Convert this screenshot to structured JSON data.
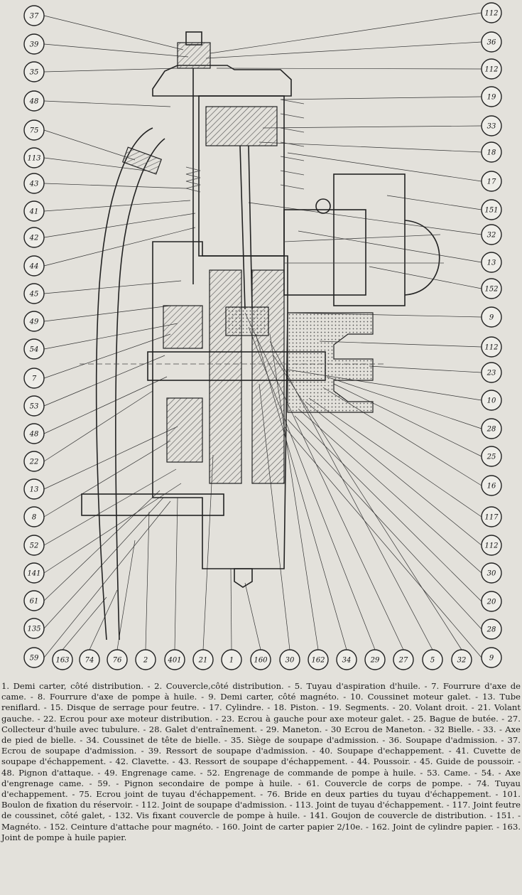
{
  "callouts_left": [
    "37",
    "39",
    "35",
    "48",
    "75",
    "113",
    "43",
    "41",
    "42",
    "44",
    "45",
    "49",
    "54",
    "7",
    "53",
    "48",
    "22",
    "13",
    "8",
    "52",
    "141",
    "61",
    "135",
    "59"
  ],
  "callouts_right": [
    "112",
    "36",
    "112",
    "19",
    "33",
    "18",
    "17",
    "151",
    "32",
    "13",
    "152",
    "9",
    "112",
    "23",
    "10",
    "28",
    "25",
    "16",
    "117",
    "112",
    "30",
    "20",
    "28",
    "9"
  ],
  "callouts_bottom": [
    "163",
    "74",
    "76",
    "2",
    "401",
    "21",
    "1",
    "160",
    "30",
    "162",
    "34",
    "29",
    "27",
    "5",
    "32"
  ],
  "legend_text": "1. Demi carter, côté distribution. - 2. Couvercle,côté distribution. - 5. Tuyau d'aspiration d'huile. - 7. Fourrure d'axe de came. - 8. Fourrure d'axe de pompe à huile. - 9. Demi carter, côté magnéto. - 10. Coussinet moteur galet. - 13. Tube reniflard. - 15. Disque de serrage pour feutre. - 17. Cylindre. - 18. Piston. - 19. Segments. - 20. Volant droit. - 21. Volant gauche. - 22. Ecrou pour axe moteur distribution. - 23. Ecrou à gauche pour axe moteur galet. - 25. Bague de butée. - 27. Collecteur d'huile avec tubulure. - 28. Galet d'entraînement. - 29. Maneton. - 30 Ecrou de Maneton. - 32 Bielle. - 33. - Axe de pied de bielle. - 34. Coussinet de tête de bielle. - 35. Siège de soupape d'admission. - 36. Soupape d'admission. - 37. Ecrou de soupape d'admission. - 39. Ressort de soupape d'admission. - 40. Soupape d'echappement. - 41. Cuvette de soupape d'échappement. - 42. Clavette. - 43. Ressort de soupape d'échappement. - 44. Poussoir. - 45. Guide de poussoir. - 48. Pignon d'attaque. - 49. Engrenage came. - 52. Engrenage de commande de pompe à huile. - 53. Came. - 54. - Axe d'engrenage came. - 59. - Pignon secondaire de pompe à huile. - 61. Couvercle de corps de pompe. - 74. Tuyau d'echappement. - 75. Ecrou joint de tuyau d'échappement. - 76. Bride en deux parties du tuyau d'échappement. - 101. Boulon de fixation du réservoir. - 112. Joint de soupape d'admission. - 113. Joint de tuyau d'échappement. - 117. Joint feutre de coussinet, côté galet, - 132. Vis fixant couvercle de pompe à huile. - 141. Goujon de couvercle de distribution. - 151. - Magnéto. - 152. Ceinture d'attache pour magnéto. - 160. Joint de carter papier 2/10e. - 162. Joint de cylindre papier. - 163. Joint de pompe à huile papier."
}
